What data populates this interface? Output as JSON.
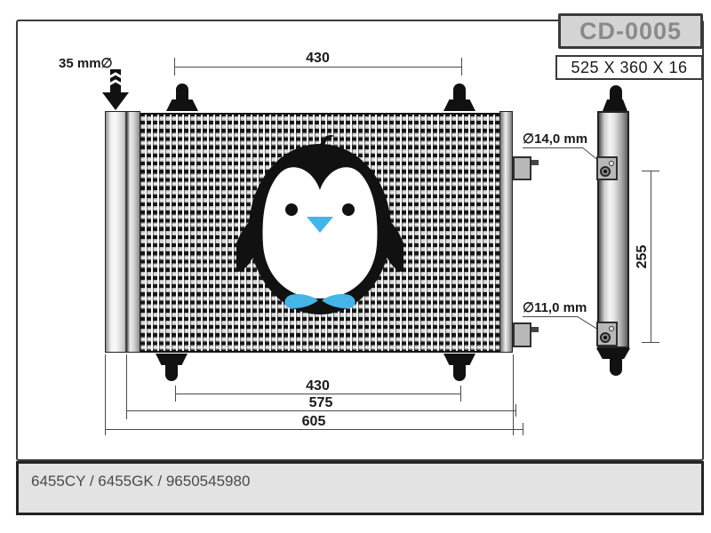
{
  "part": {
    "code": "CD-0005",
    "size": "525 X 360 X 16",
    "oem_numbers": "6455CY / 6455GK / 9650545980"
  },
  "annotations": {
    "drier_diameter": "35 mm∅",
    "top_fitting_diameter": "∅14,0 mm",
    "bottom_fitting_diameter": "∅11,0 mm"
  },
  "dimensions": {
    "top_pin_spacing": "430",
    "bottom_pin_spacing": "430",
    "body_width": "575",
    "overall_width": "605",
    "side_height": "255"
  },
  "colors": {
    "accent_blue": "#45b5e8",
    "badge_bg": "#d4d4d4",
    "badge_text": "#8a8a8a",
    "footer_bg": "#e3e3e3",
    "line": "#4a4a4a"
  }
}
